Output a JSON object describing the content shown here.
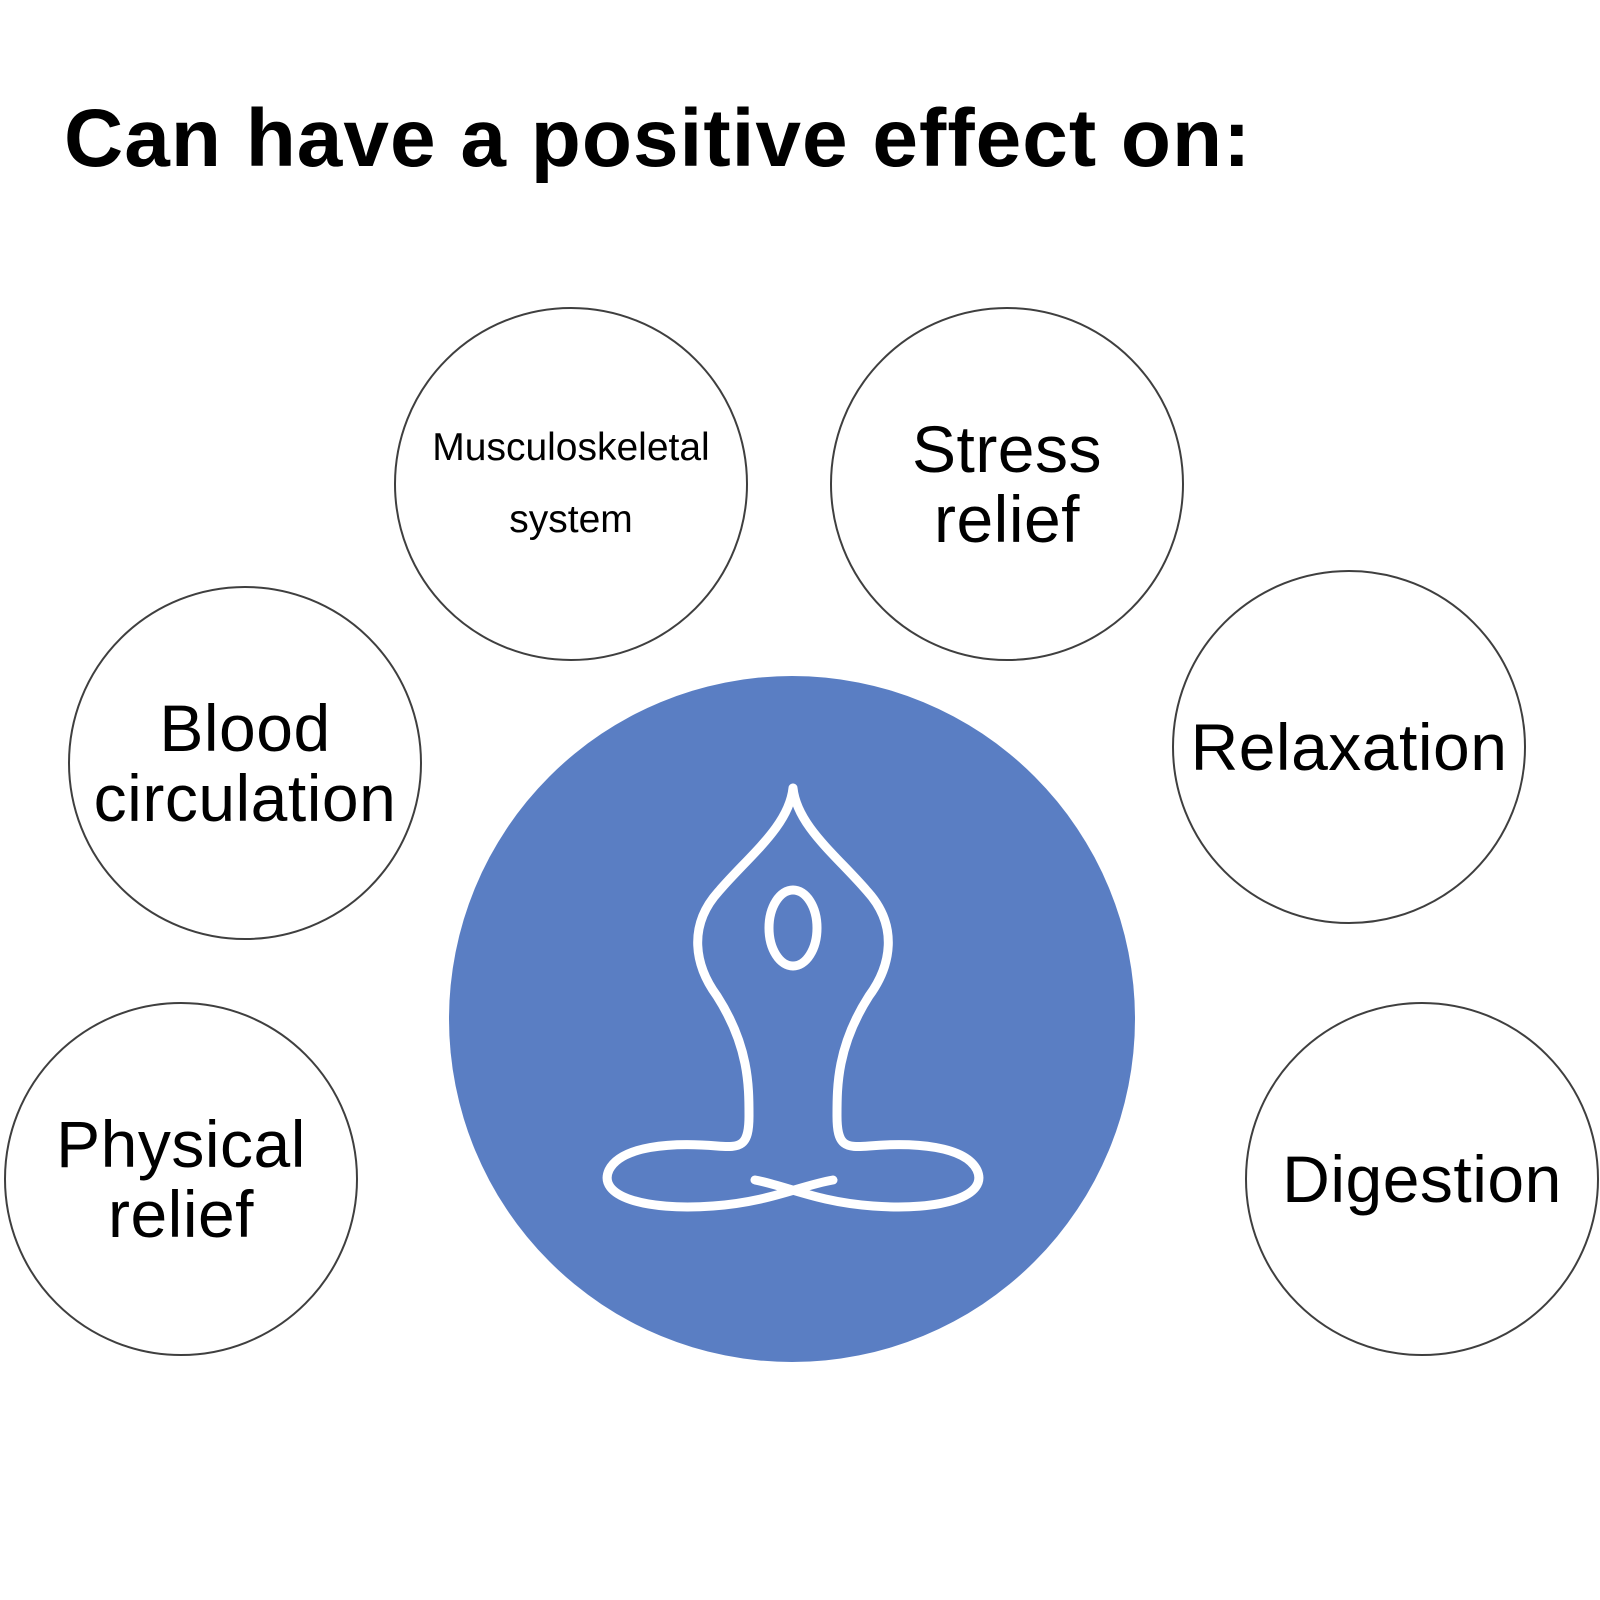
{
  "title": "Can have a positive effect on:",
  "colors": {
    "hub": "#5a7ec3",
    "outline": "#3f3f3f",
    "icon_stroke": "#ffffff"
  },
  "center_icon": "meditation-pose-icon",
  "benefits": {
    "musculoskeletal": {
      "lines": [
        "Musculoskeletal",
        "system"
      ]
    },
    "stress": {
      "lines": [
        "Stress",
        "relief"
      ]
    },
    "blood": {
      "lines": [
        "Blood",
        "circulation"
      ]
    },
    "relaxation": {
      "lines": [
        "Relaxation"
      ]
    },
    "physical": {
      "lines": [
        "Physical",
        "relief"
      ]
    },
    "digestion": {
      "lines": [
        "Digestion"
      ]
    }
  }
}
